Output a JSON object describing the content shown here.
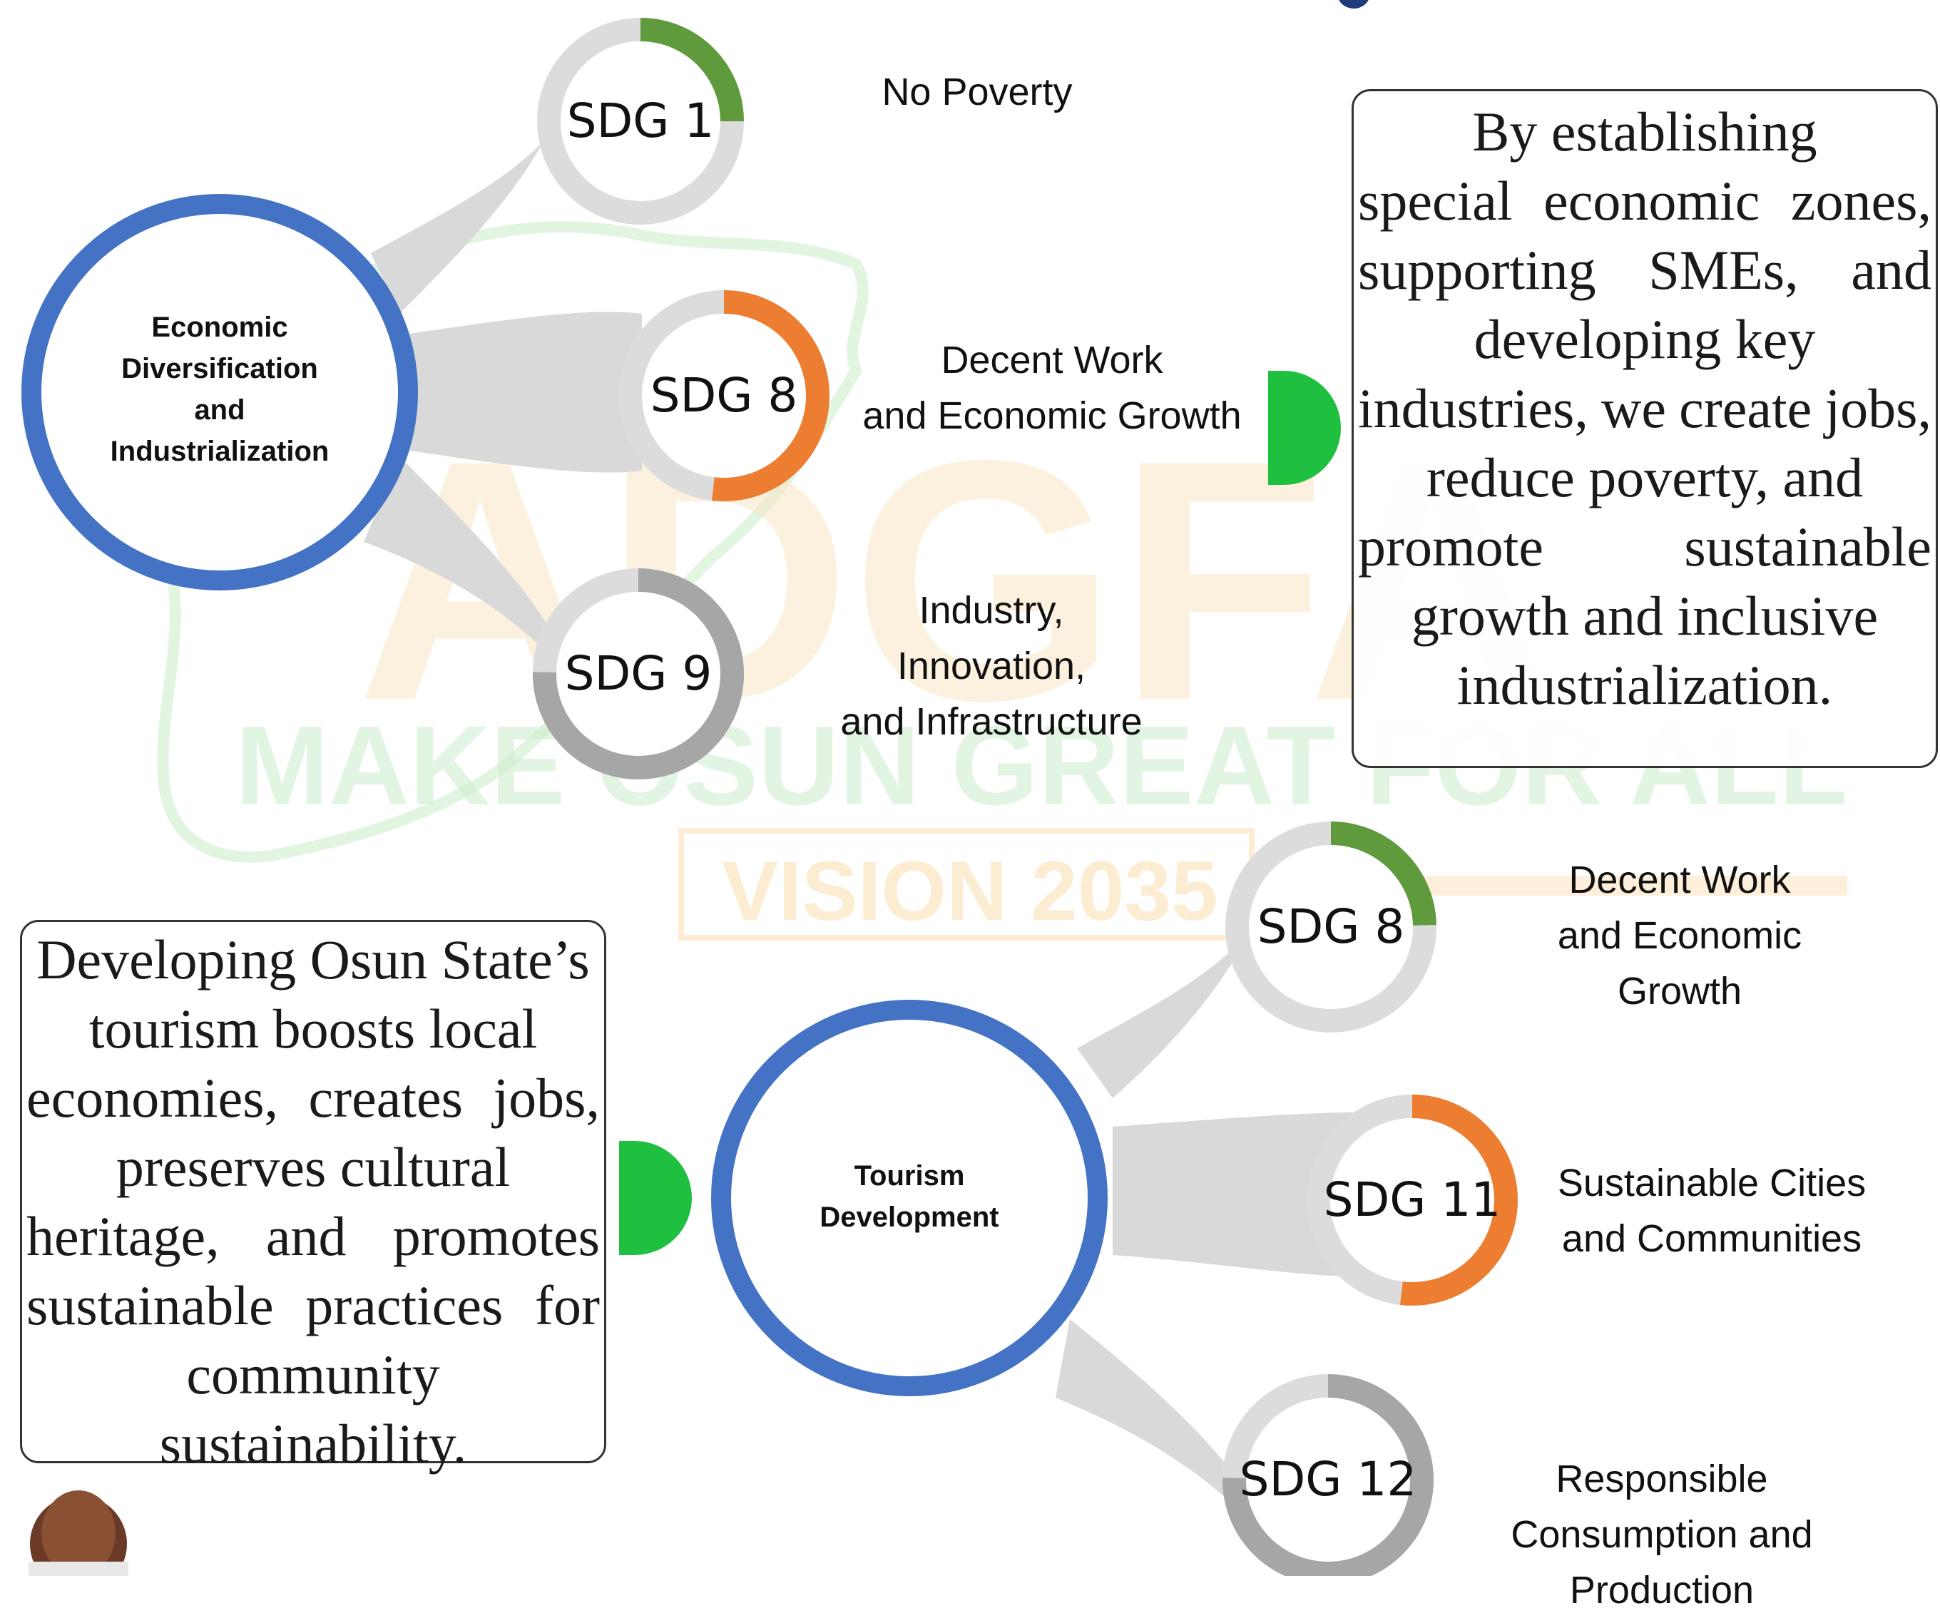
{
  "watermark": {
    "initials": "ADGFA",
    "slogan": "MAKE OSUN GREAT FOR ALL",
    "vision": "VISION 2035"
  },
  "colors": {
    "hub_ring": "#4472c4",
    "connector": "#d9d9d9",
    "track": "#dcdcdc",
    "green_arc": "#5f9a3c",
    "orange_arc": "#ed7d31",
    "gray_arc": "#a6a6a6",
    "tab_green": "#1fbf3f"
  },
  "section1": {
    "hub_lines": [
      "Economic",
      "Diversification",
      "and",
      "Industrialization"
    ],
    "nodes": [
      {
        "label": "SDG 1",
        "arc_color": "green",
        "desc": [
          "No Poverty"
        ]
      },
      {
        "label": "SDG 8",
        "arc_color": "orange",
        "desc": [
          "Decent Work",
          "and Economic Growth"
        ]
      },
      {
        "label": "SDG 9",
        "arc_color": "gray",
        "desc": [
          "Industry,",
          "Innovation,",
          "and Infrastructure"
        ]
      }
    ],
    "box_lines": [
      "By establishing",
      "special economic zones,",
      "supporting SMEs, and",
      "developing key",
      "industries, we create jobs,",
      "reduce poverty, and",
      "promote sustainable",
      "growth and inclusive",
      "industrialization."
    ]
  },
  "section2": {
    "hub_lines": [
      "Tourism",
      "Development"
    ],
    "nodes": [
      {
        "label": "SDG 8",
        "arc_color": "green",
        "desc": [
          "Decent Work",
          "and Economic",
          "Growth"
        ]
      },
      {
        "label": "SDG 11",
        "arc_color": "orange",
        "desc": [
          "Sustainable Cities",
          "and Communities"
        ]
      },
      {
        "label": "SDG 12",
        "arc_color": "gray",
        "desc": [
          "Responsible",
          "Consumption and",
          "Production"
        ]
      }
    ],
    "box_lines": [
      "Developing Osun State’s",
      "tourism boosts local",
      "economies, creates jobs,",
      "preserves cultural",
      "heritage, and promotes",
      "sustainable practices for",
      "community",
      "sustainability."
    ]
  }
}
